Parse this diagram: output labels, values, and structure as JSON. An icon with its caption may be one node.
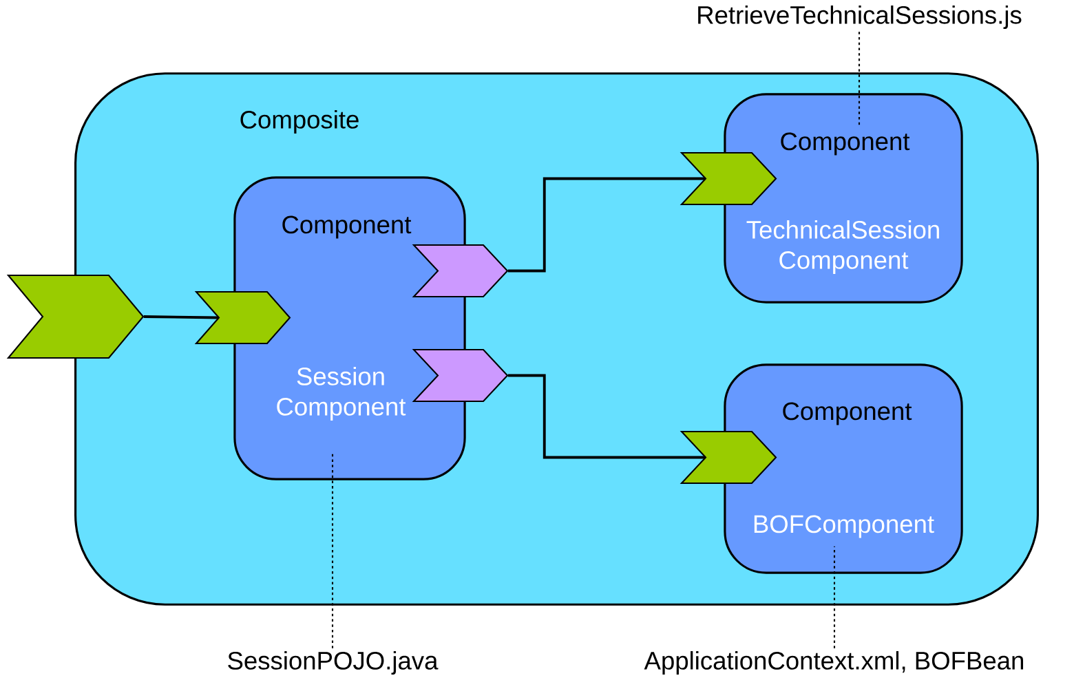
{
  "diagram": {
    "nodes": [
      {
        "text": [
          "Composite"
        ]
      },
      {
        "text": [],
        "shape": "chevron"
      },
      {
        "text": [
          "Component",
          "Session Component"
        ],
        "in": 0
      },
      {
        "text": [],
        "shape": "chevron",
        "in": 0
      },
      {
        "text": [],
        "shape": "chevron",
        "in": 0
      },
      {
        "text": [],
        "shape": "chevron",
        "in": 0
      },
      {
        "text": [
          "Component",
          "TechnicalSession Component"
        ],
        "in": 0
      },
      {
        "text": [],
        "shape": "chevron",
        "in": 0
      },
      {
        "text": [
          "Component",
          "BOFComponent"
        ],
        "in": 0
      },
      {
        "text": [],
        "shape": "chevron",
        "in": 0
      },
      {
        "text": [
          "RetrieveTechnicalSessions.js"
        ]
      },
      {
        "text": [
          "SessionPOJO.java"
        ]
      },
      {
        "text": [
          "ApplicationContext.xml, BOFBean"
        ]
      }
    ],
    "edges": [
      {
        "from": 1,
        "to": 3,
        "arrow": "none"
      },
      {
        "from": 4,
        "to": 7,
        "arrow": "none"
      },
      {
        "from": 5,
        "to": 9,
        "arrow": "none"
      },
      {
        "from": 10,
        "to": 6,
        "arrow": "none",
        "style": "dashed"
      },
      {
        "from": 11,
        "to": 2,
        "arrow": "none",
        "style": "dashed"
      },
      {
        "from": 12,
        "to": 8,
        "arrow": "none",
        "style": "dashed"
      }
    ]
  }
}
